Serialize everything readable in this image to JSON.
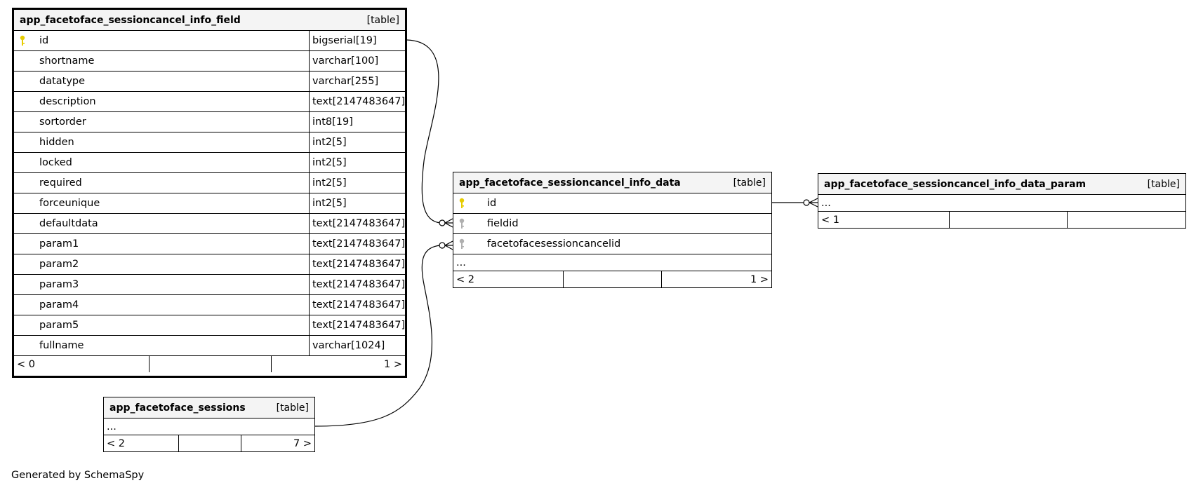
{
  "tables": {
    "info_field": {
      "name": "app_facetoface_sessioncancel_info_field",
      "kind": "[table]",
      "columns": [
        {
          "name": "id",
          "type": "bigserial[19]",
          "key": "primary"
        },
        {
          "name": "shortname",
          "type": "varchar[100]"
        },
        {
          "name": "datatype",
          "type": "varchar[255]"
        },
        {
          "name": "description",
          "type": "text[2147483647]"
        },
        {
          "name": "sortorder",
          "type": "int8[19]"
        },
        {
          "name": "hidden",
          "type": "int2[5]"
        },
        {
          "name": "locked",
          "type": "int2[5]"
        },
        {
          "name": "required",
          "type": "int2[5]"
        },
        {
          "name": "forceunique",
          "type": "int2[5]"
        },
        {
          "name": "defaultdata",
          "type": "text[2147483647]"
        },
        {
          "name": "param1",
          "type": "text[2147483647]"
        },
        {
          "name": "param2",
          "type": "text[2147483647]"
        },
        {
          "name": "param3",
          "type": "text[2147483647]"
        },
        {
          "name": "param4",
          "type": "text[2147483647]"
        },
        {
          "name": "param5",
          "type": "text[2147483647]"
        },
        {
          "name": "fullname",
          "type": "varchar[1024]"
        }
      ],
      "footer": {
        "left": "< 0",
        "mid": "",
        "right": "1 >"
      }
    },
    "info_data": {
      "name": "app_facetoface_sessioncancel_info_data",
      "kind": "[table]",
      "columns": [
        {
          "name": "id",
          "key": "primary"
        },
        {
          "name": "fieldid",
          "key": "foreign"
        },
        {
          "name": "facetofacesessioncancelid",
          "key": "foreign"
        }
      ],
      "ellipsis": "...",
      "footer": {
        "left": "< 2",
        "mid": "",
        "right": "1 >"
      }
    },
    "info_data_param": {
      "name": "app_facetoface_sessioncancel_info_data_param",
      "kind": "[table]",
      "ellipsis": "...",
      "footer": {
        "left": "< 1",
        "mid": "",
        "right": ""
      }
    },
    "sessions": {
      "name": "app_facetoface_sessions",
      "kind": "[table]",
      "ellipsis": "...",
      "footer": {
        "left": "< 2",
        "mid": "",
        "right": "7 >"
      }
    }
  },
  "footer_text": "Generated by SchemaSpy",
  "colors": {
    "primary_key": "#e6cc00",
    "foreign_key": "#b0b0b0",
    "header_bg": "#f4f4f4"
  }
}
